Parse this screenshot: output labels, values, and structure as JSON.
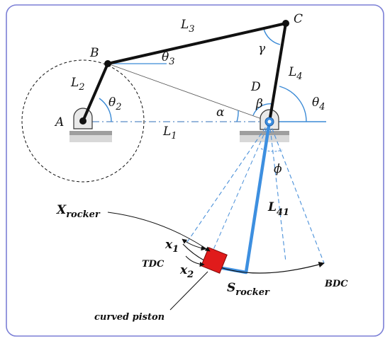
{
  "points": {
    "A": "A",
    "B": "B",
    "C": "C",
    "D": "D"
  },
  "links": {
    "L1": "L",
    "L1_sub": "1",
    "L2": "L",
    "L2_sub": "2",
    "L3": "L",
    "L3_sub": "3",
    "L4": "L",
    "L4_sub": "4",
    "L41": "L",
    "L41_sub": "41"
  },
  "angles": {
    "theta2": "θ",
    "theta2_sub": "2",
    "theta3": "θ",
    "theta3_sub": "3",
    "theta4": "θ",
    "theta4_sub": "4",
    "alpha": "α",
    "beta": "β",
    "gamma": "γ",
    "phi": "ϕ"
  },
  "annotations": {
    "x_rocker": "X",
    "x_rocker_sub": "rocker",
    "s_rocker": "S",
    "s_rocker_sub": "rocker",
    "x1": "x",
    "x1_sub": "1",
    "x2": "x",
    "x2_sub": "2",
    "tdc": "TDC",
    "bdc": "BDC",
    "curved_piston": "curved piston"
  },
  "colors": {
    "frame": "#7b7fd6",
    "link": "#111111",
    "rocker_extension": "#3d8fe0",
    "dashed": "#4a90d9",
    "piston": "#e01b1b",
    "angle_arc": "#3a8ad6"
  }
}
